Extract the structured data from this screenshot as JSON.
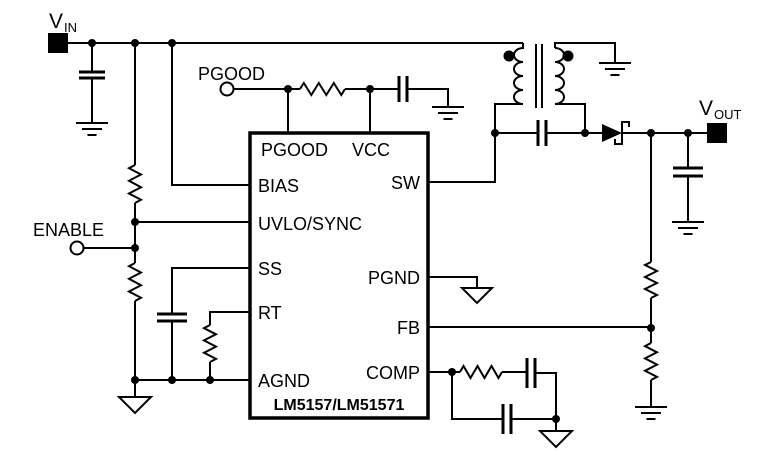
{
  "terminals": {
    "vin": {
      "main": "V",
      "sub": "IN"
    },
    "vout": {
      "main": "V",
      "sub": "OUT"
    },
    "pgood_label": "PGOOD",
    "enable_label": "ENABLE"
  },
  "ic": {
    "part": "LM5157/LM51571",
    "pins": {
      "pgood": "PGOOD",
      "vcc": "VCC",
      "bias": "BIAS",
      "uvlo_sync": "UVLO/SYNC",
      "ss": "SS",
      "rt": "RT",
      "agnd": "AGND",
      "sw": "SW",
      "pgnd": "PGND",
      "fb": "FB",
      "comp": "COMP"
    }
  },
  "colors": {
    "wire": "#000000",
    "background": "#ffffff"
  }
}
